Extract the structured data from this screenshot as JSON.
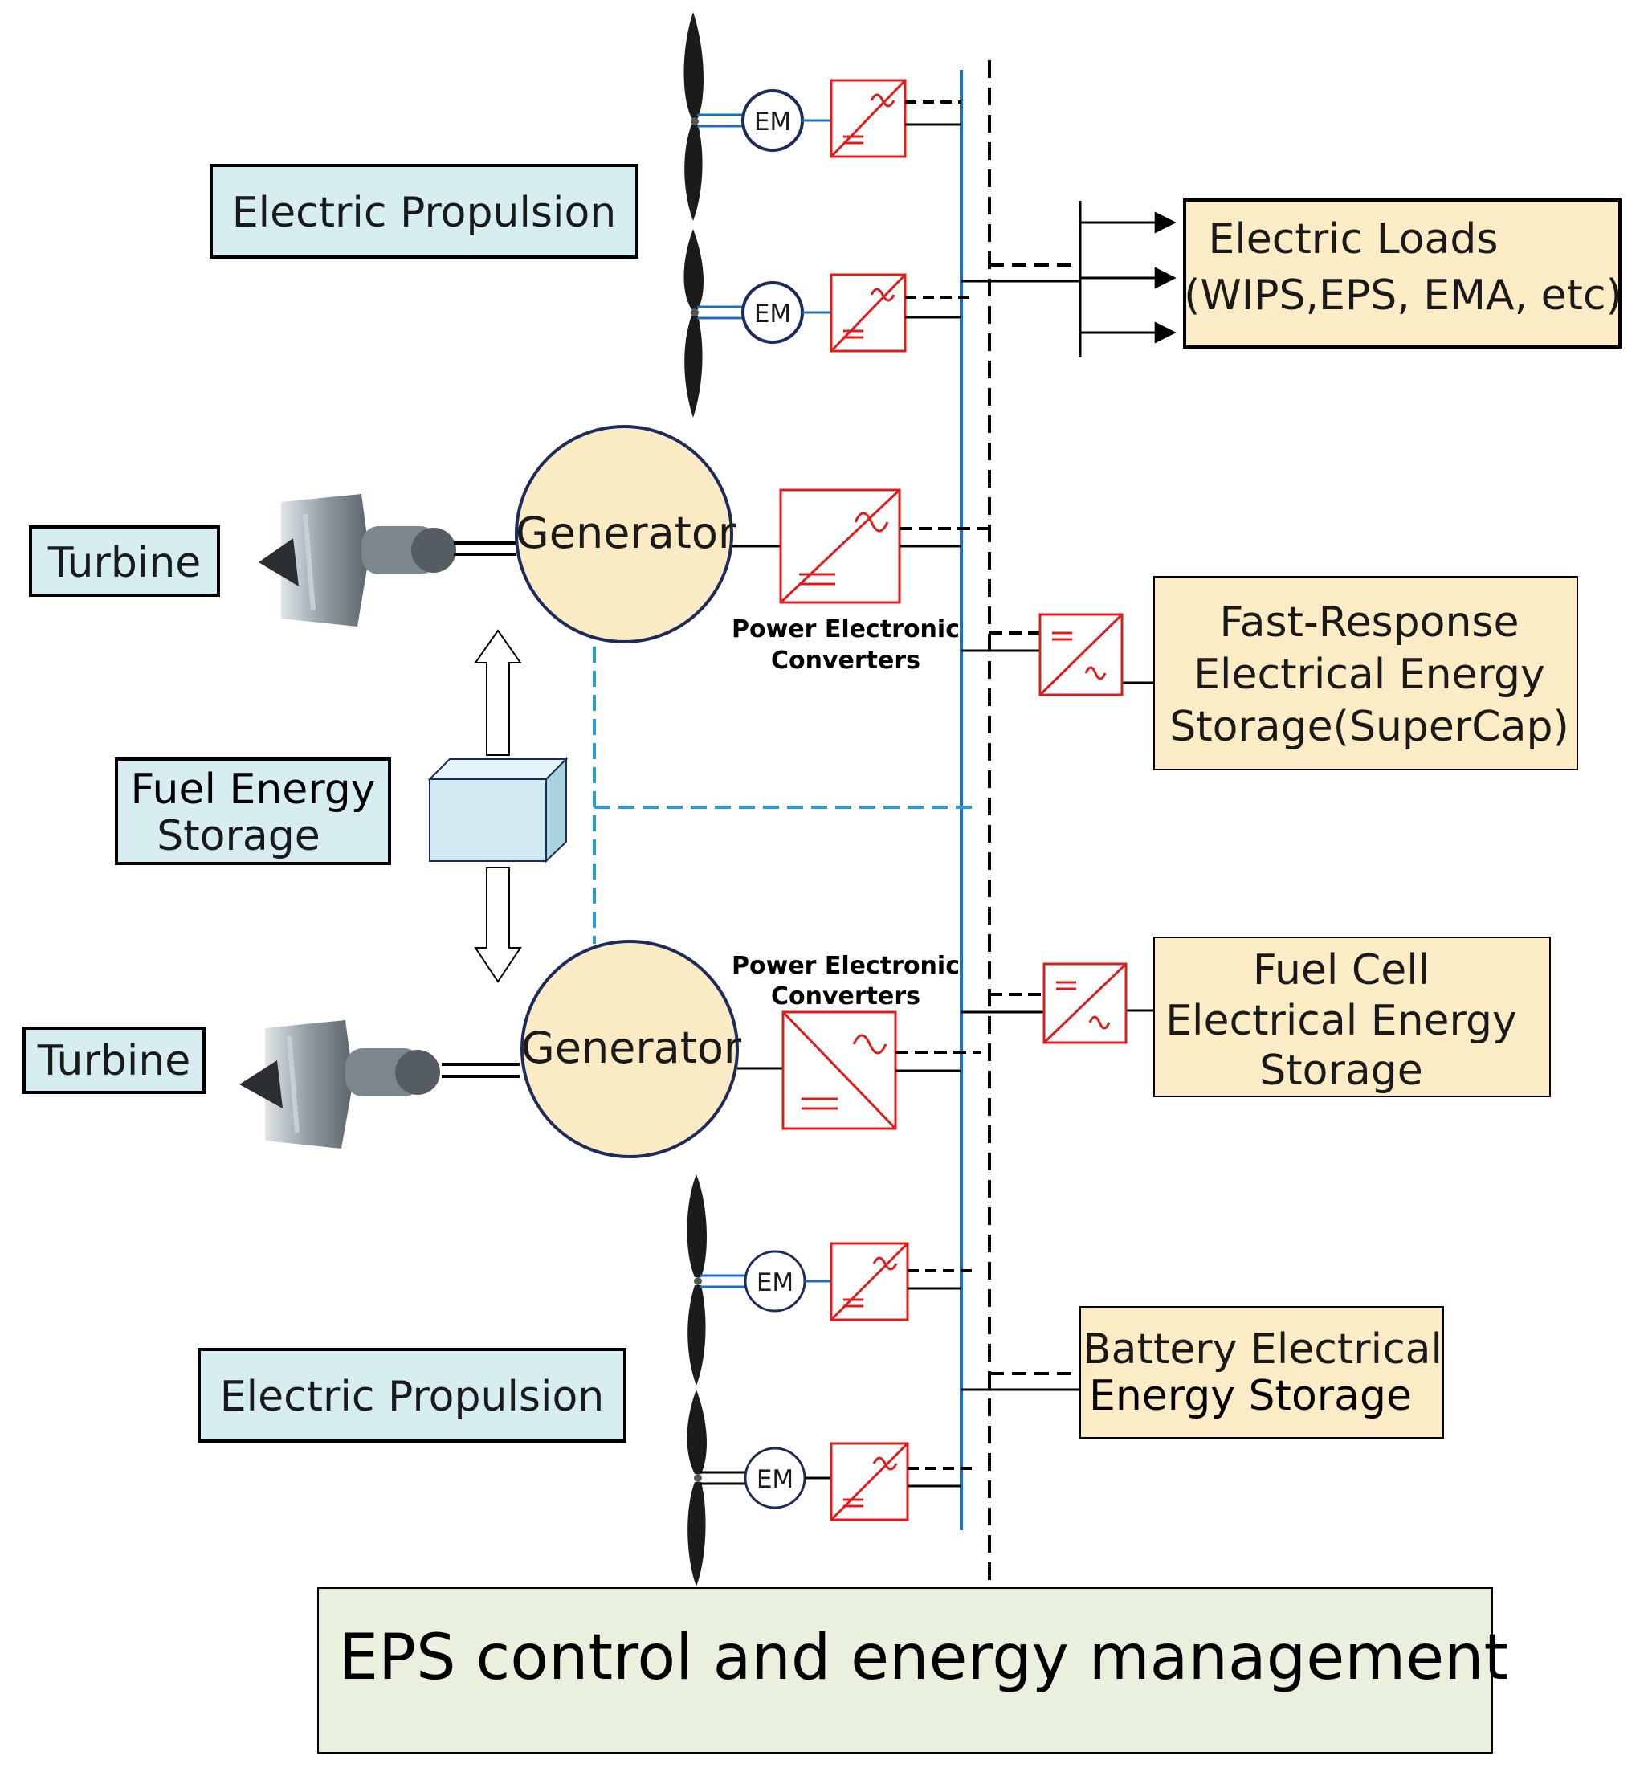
{
  "labels": {
    "electric_propulsion_top": "Electric Propulsion",
    "electric_propulsion_bottom": "Electric Propulsion",
    "turbine_top": "Turbine",
    "turbine_bottom": "Turbine",
    "fuel_energy_storage_line1": "Fuel Energy",
    "fuel_energy_storage_line2": "Storage",
    "generator_top": "Generator",
    "generator_bottom": "Generator",
    "pec_top_line1": "Power Electronic",
    "pec_top_line2": "Converters",
    "pec_bottom_line1": "Power Electronic",
    "pec_bottom_line2": "Converters",
    "em_1": "EM",
    "em_2": "EM",
    "em_3": "EM",
    "em_4": "EM",
    "electric_loads_line1": "Electric Loads",
    "electric_loads_line2": "(WIPS,EPS, EMA, etc)",
    "supercap_line1": "Fast-Response",
    "supercap_line2": "Electrical Energy",
    "supercap_line3": "Storage(SuperCap)",
    "fuelcell_line1": "Fuel Cell",
    "fuelcell_line2": "Electrical Energy",
    "fuelcell_line3": "Storage",
    "battery_line1": "Battery Electrical",
    "battery_line2": "Energy Storage",
    "eps_control": "EPS control and energy management"
  },
  "colors": {
    "label_box_fill": "#d6eef2",
    "storage_box_fill": "#fbecc6",
    "control_box_fill": "#e9f1de",
    "generator_fill": "#fbebc5",
    "generator_stroke": "#1d2a5c",
    "bus_blue": "#1a6fc4",
    "fuel_link_blue": "#2a9bd4",
    "converter_red": "#e01b1b",
    "propeller": "#1b1b1b"
  }
}
